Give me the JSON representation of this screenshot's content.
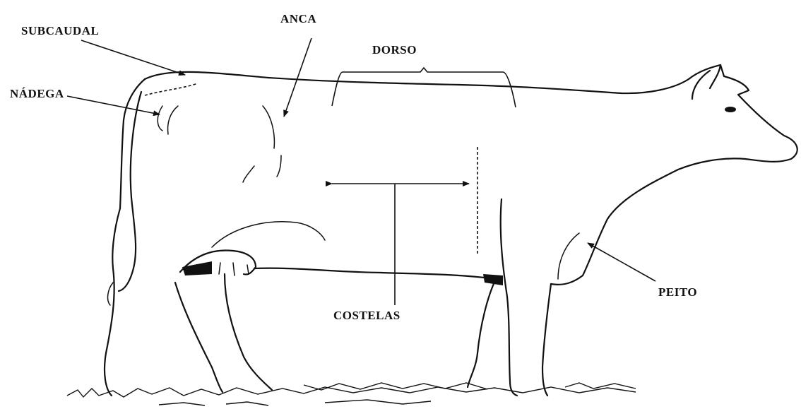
{
  "labels": {
    "subcaudal": "SUBCAUDAL",
    "anca": "ANCA",
    "dorso": "DORSO",
    "nadega": "NÁDEGA",
    "costelas": "COSTELAS",
    "peito": "PEITO"
  },
  "colors": {
    "ink": "#111111",
    "background": "#ffffff"
  }
}
